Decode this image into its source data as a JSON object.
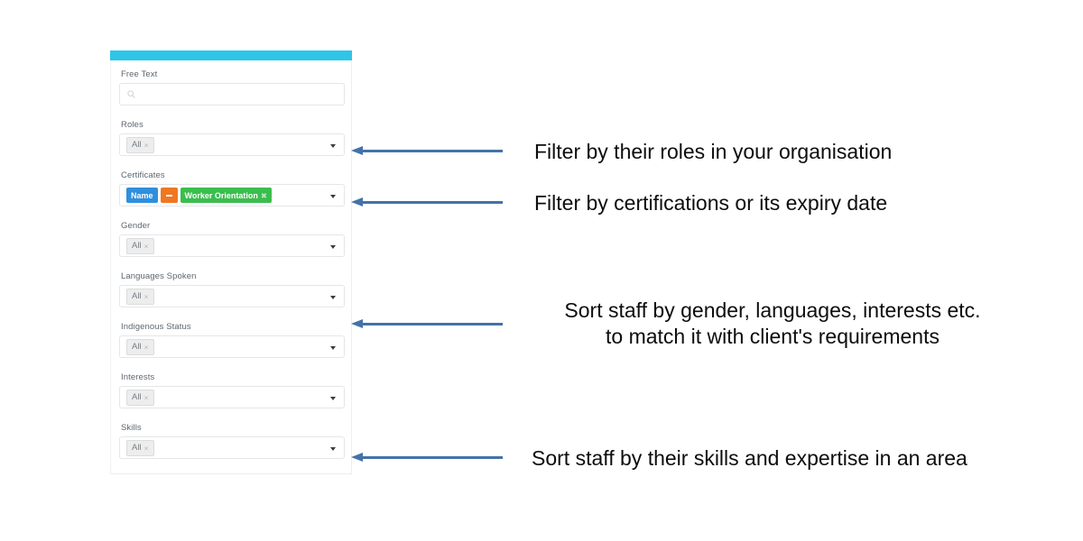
{
  "panel": {
    "accent_color": "#2ec5e8",
    "fields": [
      {
        "label": "Free Text",
        "type": "search",
        "placeholder": "",
        "value": "",
        "icon": "search-icon"
      },
      {
        "label": "Roles",
        "type": "select",
        "chips": [
          {
            "text": "All",
            "remove": "×",
            "style": "all"
          }
        ]
      },
      {
        "label": "Certificates",
        "type": "select",
        "chips": [
          {
            "text": "Name",
            "style": "blue"
          },
          {
            "text": "=",
            "style": "orange"
          },
          {
            "text": "Worker Orientation",
            "remove": "✖",
            "style": "green"
          }
        ]
      },
      {
        "label": "Gender",
        "type": "select",
        "chips": [
          {
            "text": "All",
            "remove": "×",
            "style": "all"
          }
        ]
      },
      {
        "label": "Languages Spoken",
        "type": "select",
        "chips": [
          {
            "text": "All",
            "remove": "×",
            "style": "all"
          }
        ]
      },
      {
        "label": "Indigenous Status",
        "type": "select",
        "chips": [
          {
            "text": "All",
            "remove": "×",
            "style": "all"
          }
        ]
      },
      {
        "label": "Interests",
        "type": "select",
        "chips": [
          {
            "text": "All",
            "remove": "×",
            "style": "all"
          }
        ]
      },
      {
        "label": "Skills",
        "type": "select",
        "chips": [
          {
            "text": "All",
            "remove": "×",
            "style": "all"
          }
        ]
      }
    ]
  },
  "annotations": {
    "arrow_color": "#4472a8",
    "items": [
      {
        "lines": [
          "Filter by their roles in your organisation"
        ]
      },
      {
        "lines": [
          "Filter by certifications or its expiry date"
        ]
      },
      {
        "lines": [
          "Sort staff by gender, languages, interests etc.",
          "to match it with client's requirements"
        ]
      },
      {
        "lines": [
          "Sort staff by their skills and expertise in an area"
        ]
      }
    ]
  }
}
